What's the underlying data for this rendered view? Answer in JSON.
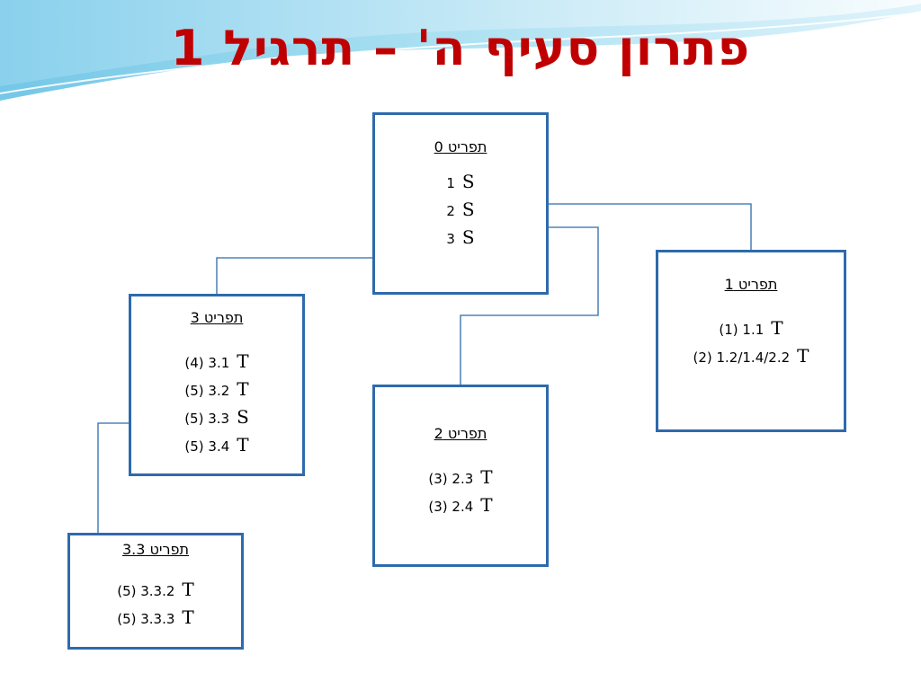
{
  "slide": {
    "title": "פתרון סעיף ה' – תרגיל 1",
    "colors": {
      "title": "#c00000",
      "box_border": "#2e6aac",
      "connector": "#2e6aac",
      "wave": "#6ec6e6"
    }
  },
  "boxes": [
    {
      "id": "print0",
      "title": "תפריט 0",
      "rows": [
        {
          "num": "1",
          "sym": "S"
        },
        {
          "num": "2",
          "sym": "S"
        },
        {
          "num": "3",
          "sym": "S"
        }
      ]
    },
    {
      "id": "print1",
      "title": "תפריט 1",
      "rows": [
        {
          "num": "(1) 1.1",
          "sym": "T"
        },
        {
          "num": "(2) 1.2/1.4/2.2",
          "sym": "T"
        }
      ]
    },
    {
      "id": "print2",
      "title": "תפריט 2",
      "rows": [
        {
          "num": "(3) 2.3",
          "sym": "T"
        },
        {
          "num": "(3) 2.4",
          "sym": "T"
        }
      ]
    },
    {
      "id": "print3",
      "title": "תפריט 3",
      "rows": [
        {
          "num": "(4) 3.1",
          "sym": "T"
        },
        {
          "num": "(5) 3.2",
          "sym": "T"
        },
        {
          "num": "(5) 3.3",
          "sym": "S"
        },
        {
          "num": "(5) 3.4",
          "sym": "T"
        }
      ]
    },
    {
      "id": "print33",
      "title": "תפריט 3.3",
      "rows": [
        {
          "num": "(5) 3.3.2",
          "sym": "T"
        },
        {
          "num": "(5) 3.3.3",
          "sym": "T"
        }
      ]
    }
  ]
}
